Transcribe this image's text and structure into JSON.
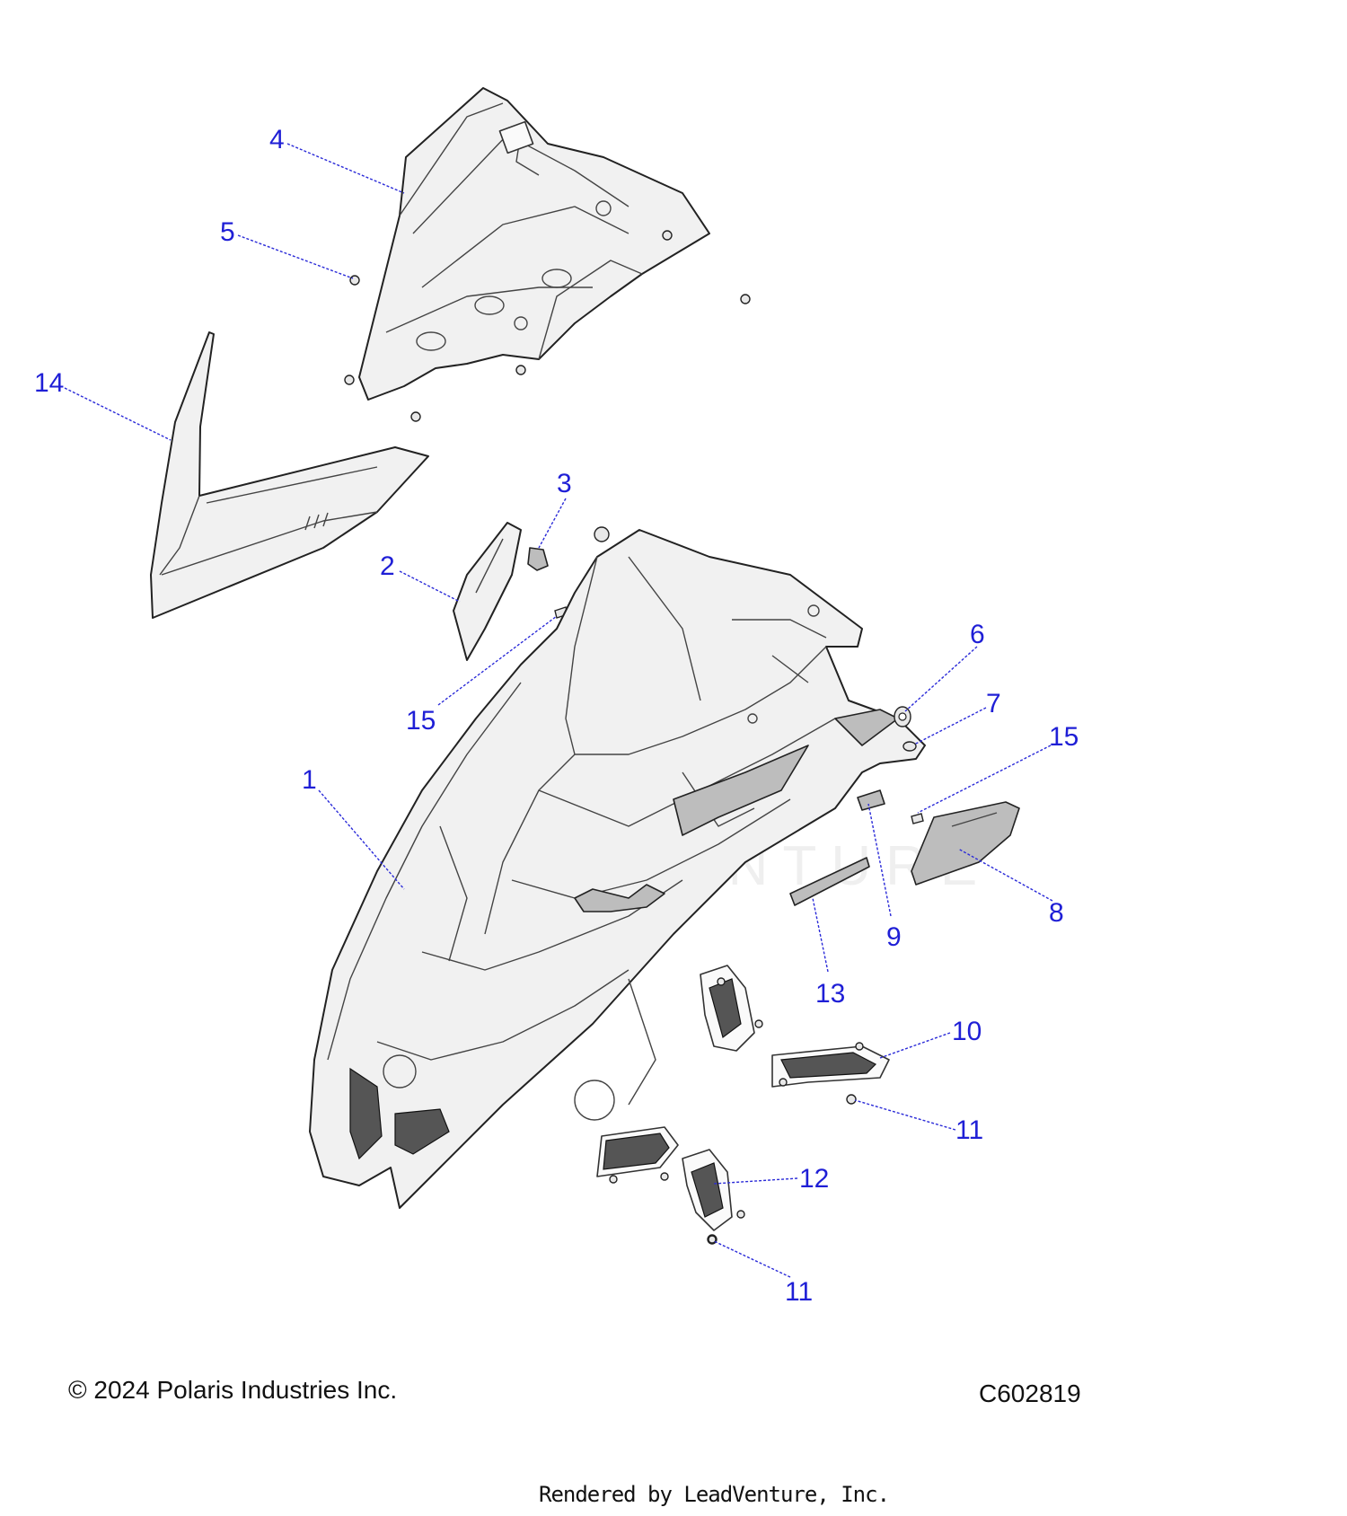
{
  "diagram": {
    "callouts": [
      "4",
      "5",
      "14",
      "3",
      "2",
      "15",
      "1",
      "6",
      "7",
      "15",
      "8",
      "9",
      "13",
      "10",
      "11",
      "12",
      "11"
    ],
    "watermark": "LEADVENTURE",
    "colors": {
      "callout": "#1f1fd6",
      "line": "#222222"
    }
  },
  "footer": {
    "copyright": "© 2024 Polaris Industries Inc.",
    "drawing_number": "C602819",
    "rendered_by": "Rendered by LeadVenture, Inc."
  }
}
